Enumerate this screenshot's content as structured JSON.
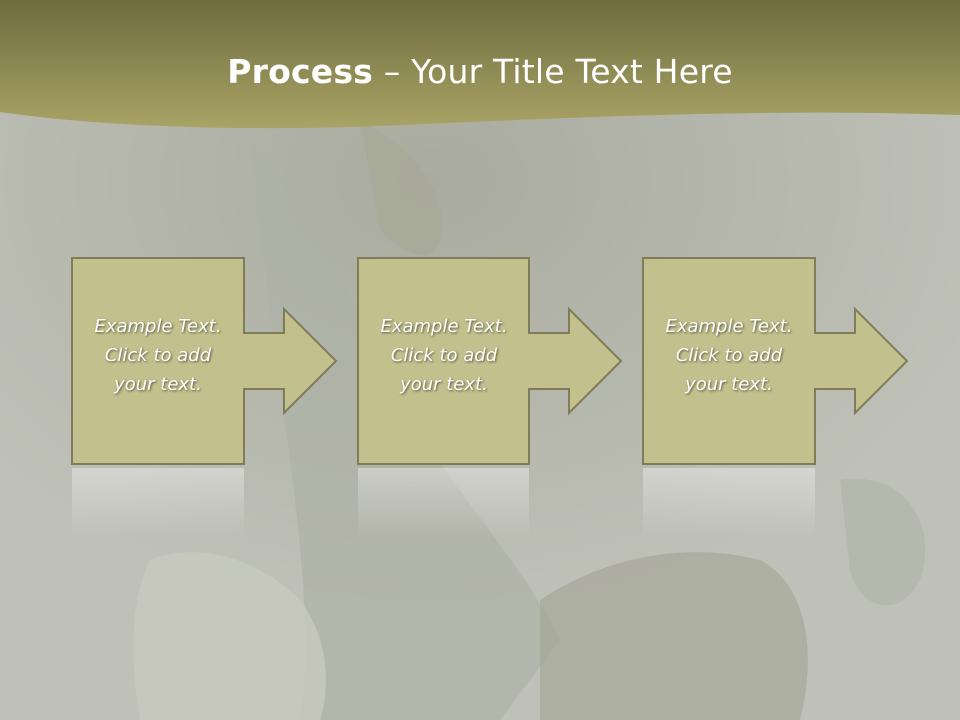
{
  "slide": {
    "title_bold": "Process",
    "title_rest": " – Your Title Text Here"
  },
  "steps": [
    {
      "text": "Example Text.\nClick  to add\nyour text."
    },
    {
      "text": "Example Text.\nClick  to add\nyour text."
    },
    {
      "text": "Example Text.\nClick  to add\nyour text."
    }
  ],
  "colors": {
    "band": "#8f8a4e",
    "box_fill": "#c2c08c",
    "box_stroke": "#7f7c5a"
  }
}
